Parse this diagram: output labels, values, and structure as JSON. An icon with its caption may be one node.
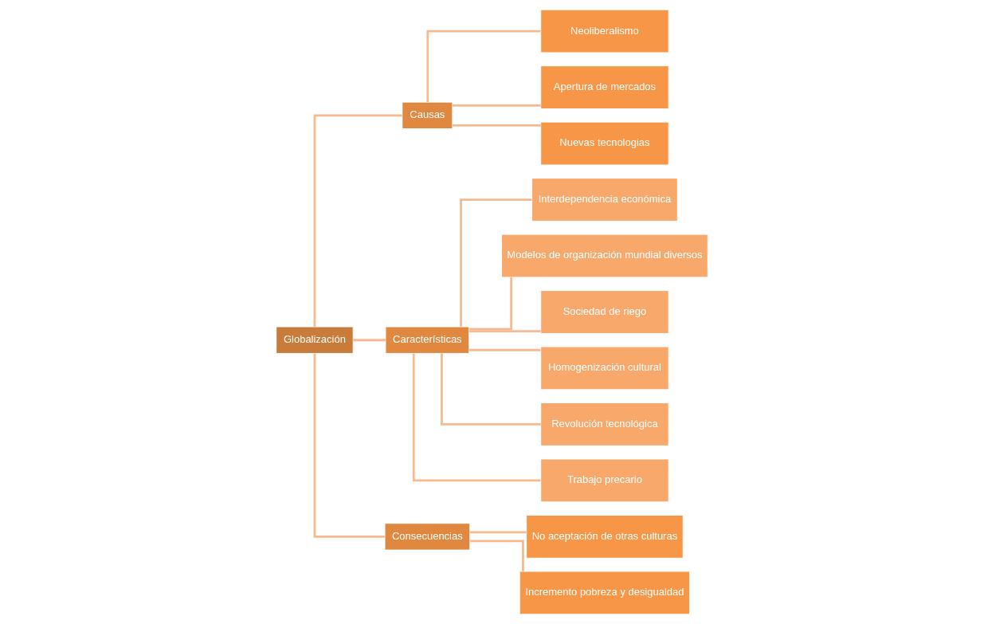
{
  "diagram": {
    "nodes": [
      {
        "text": [
          "Globalización"
        ]
      },
      {
        "text": [
          "Causas"
        ]
      },
      {
        "text": [
          "Neoliberalismo"
        ]
      },
      {
        "text": [
          "Apertura de mercados"
        ]
      },
      {
        "text": [
          "Nuevas tecnologias"
        ]
      },
      {
        "text": [
          "Características"
        ]
      },
      {
        "text": [
          "Interdependencia económica"
        ]
      },
      {
        "text": [
          "Modelos de organización mundial diversos"
        ]
      },
      {
        "text": [
          "Sociedad de riego"
        ]
      },
      {
        "text": [
          "Homogenización cultural"
        ]
      },
      {
        "text": [
          "Revolución tecnológica"
        ]
      },
      {
        "text": [
          "Trabajo precario"
        ]
      },
      {
        "text": [
          "Consecuencias"
        ]
      },
      {
        "text": [
          "No aceptación de otras culturas"
        ]
      },
      {
        "text": [
          "Incremento pobreza y desigualdad"
        ]
      }
    ],
    "edges": [
      {
        "from": 0,
        "to": 1,
        "arrow": "none"
      },
      {
        "from": 0,
        "to": 5,
        "arrow": "none"
      },
      {
        "from": 0,
        "to": 12,
        "arrow": "none"
      },
      {
        "from": 1,
        "to": 2,
        "arrow": "none"
      },
      {
        "from": 1,
        "to": 3,
        "arrow": "none"
      },
      {
        "from": 1,
        "to": 4,
        "arrow": "none"
      },
      {
        "from": 5,
        "to": 6,
        "arrow": "none"
      },
      {
        "from": 5,
        "to": 7,
        "arrow": "none"
      },
      {
        "from": 5,
        "to": 8,
        "arrow": "none"
      },
      {
        "from": 5,
        "to": 9,
        "arrow": "none"
      },
      {
        "from": 5,
        "to": 10,
        "arrow": "none"
      },
      {
        "from": 5,
        "to": 11,
        "arrow": "none"
      },
      {
        "from": 12,
        "to": 13,
        "arrow": "none"
      },
      {
        "from": 12,
        "to": 14,
        "arrow": "none"
      }
    ]
  }
}
